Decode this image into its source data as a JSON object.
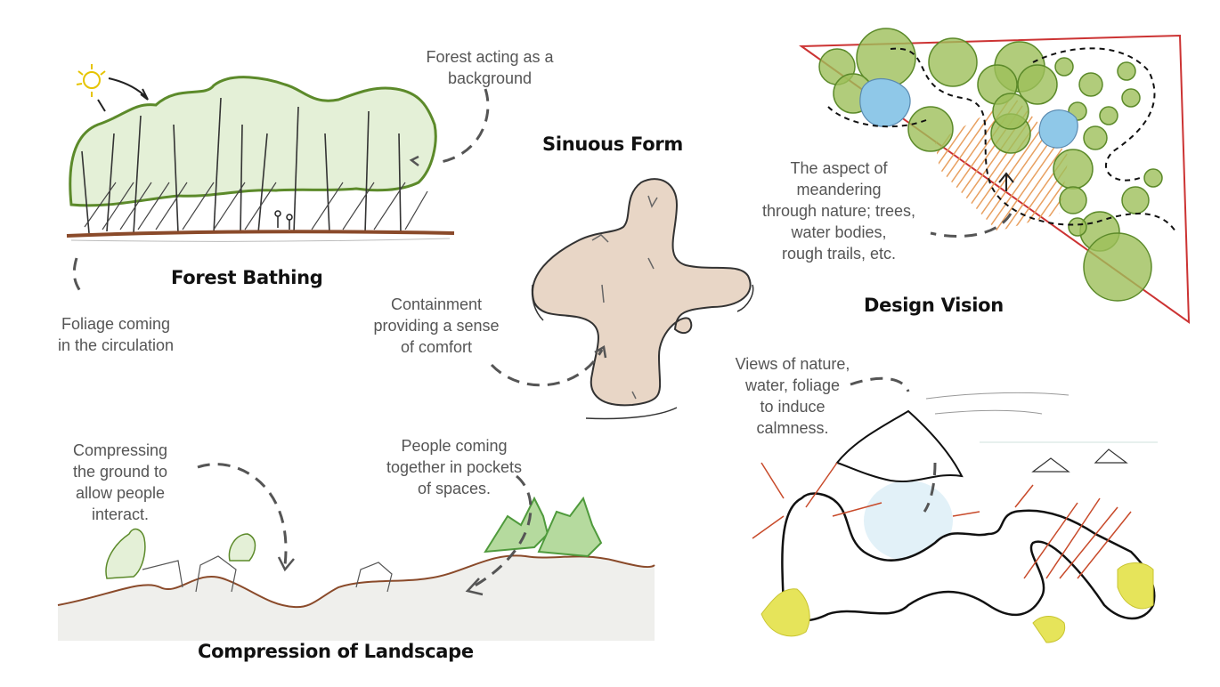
{
  "titles": {
    "forest_bathing": "Forest Bathing",
    "sinuous_form": "Sinuous Form",
    "design_vision": "Design Vision",
    "compression": "Compression of Landscape"
  },
  "notes": {
    "forest_background": [
      "Forest acting as a",
      "background"
    ],
    "foliage": [
      "Foliage coming",
      "in the circulation"
    ],
    "containment": [
      "Containment",
      "providing a sense",
      "of comfort"
    ],
    "meandering": [
      "The aspect of",
      "meandering",
      "through nature; trees,",
      "water bodies,",
      "rough trails, etc."
    ],
    "views": [
      "Views of nature,",
      "water, foliage",
      "to induce",
      "calmness."
    ],
    "compressing": [
      "Compressing",
      "the ground to",
      "allow people",
      "interact."
    ],
    "people": [
      "People coming",
      "together in pockets",
      "of spaces."
    ]
  },
  "colors": {
    "tree_green": "#9dbf5a",
    "tree_outline": "#5c8a2a",
    "water_blue": "#8fc8e8",
    "plaza_beige": "#e8d6c6",
    "path_orange": "#e8a060",
    "site_red": "#cc3333",
    "arrow_red": "#c84a2a",
    "foliage_yellow": "#e6e45a",
    "pine_green": "#4f9a3c",
    "ground_brown": "#8a4a2a"
  }
}
